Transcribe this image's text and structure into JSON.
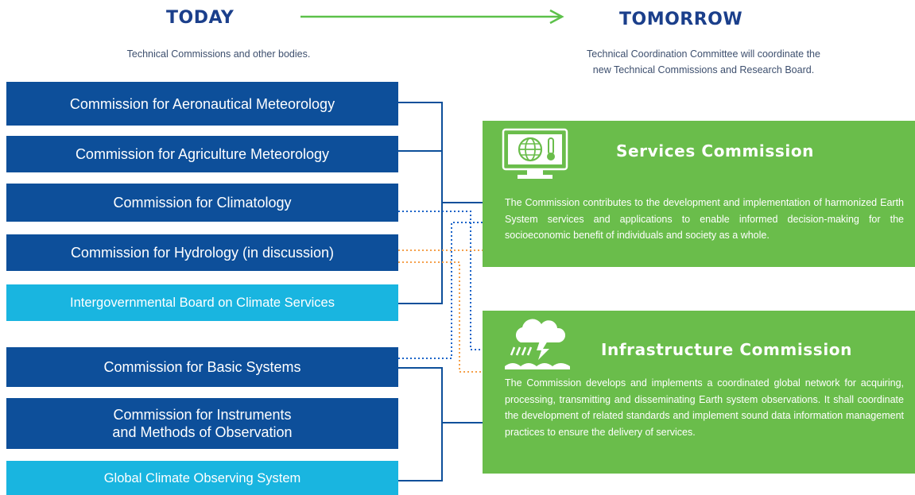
{
  "header": {
    "today": "TODAY",
    "tomorrow": "TOMORROW",
    "today_subtitle": "Technical Commissions and other bodies.",
    "tomorrow_subtitle": "Technical Coordination Committee will coordinate the\nnew Technical Commissions and Research Board."
  },
  "today_bodies": [
    {
      "label": "Commission for Aeronautical Meteorology"
    },
    {
      "label": "Commission for Agriculture Meteorology"
    },
    {
      "label": "Commission for Climatology"
    },
    {
      "label": "Commission for Hydrology (in discussion)"
    },
    {
      "label": "Intergovernmental Board on Climate Services"
    },
    {
      "label": "Commission for Basic Systems"
    },
    {
      "label": "Commission for Instruments\nand Methods of Observation"
    },
    {
      "label": "Global Climate Observing System"
    }
  ],
  "tomorrow_bodies": [
    {
      "title": "Services Commission",
      "icon": "computer-globe-thermometer-icon",
      "description": "The Commission contributes to the development and implementation of harmonized Earth System services and applications to enable informed decision-making for the socioeconomic benefit of individuals and society as a whole."
    },
    {
      "title": "Infrastructure Commission",
      "icon": "storm-cloud-lightning-icon",
      "description": "The Commission develops and implements a coordinated global network for acquiring, processing, transmitting and disseminating Earth system observations. It shall coordinate the development of related standards and implement sound data information management practices to ensure the delivery of services."
    }
  ],
  "colors": {
    "navy_title": "#1b3f8b",
    "dark_blue": "#0d4f9a",
    "light_blue": "#19b5e0",
    "green": "#6abd4b",
    "arrow_green": "#5cc14a",
    "dotted_blue": "#1a63c8",
    "dotted_orange": "#f5a04a"
  }
}
